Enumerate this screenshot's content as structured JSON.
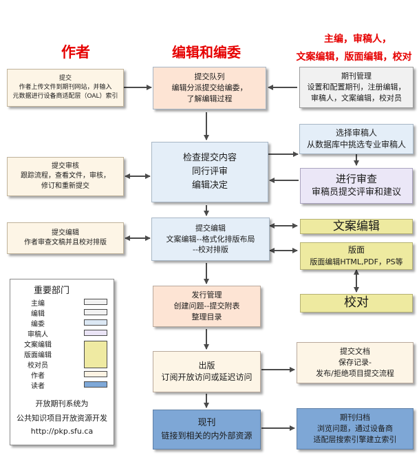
{
  "headings": {
    "author": "作者",
    "editorial": "编辑和编委",
    "roles_line1": "主编，审稿人，",
    "roles_line2": "文案编辑，版面编辑，校对"
  },
  "left": {
    "submit": {
      "title": "提交",
      "line1": "作者上传文件到期刊网站，并输入",
      "line2": "元数据进行设备商适配层（OAL）索引"
    },
    "review": {
      "title": "提交审核",
      "line1": "跟踪流程，查看文件，审核，",
      "line2": "修订和重新提交"
    },
    "copyedit": {
      "title": "提交编辑",
      "line1": "作者审查文稿并且校对排版"
    }
  },
  "center": {
    "queue": {
      "title": "提交队列",
      "line1": "编辑分派提交给编委，",
      "line2": "了解编辑过程"
    },
    "check": {
      "line1": "检查提交内容",
      "line2": "同行评审",
      "line3": "编辑决定"
    },
    "edit": {
      "title": "提交编辑",
      "line1": "文案编辑--格式化排版布局",
      "line2": "--校对排版"
    },
    "issue": {
      "title": "发行管理",
      "line1": "创建问题--提交附表",
      "line2": "整理目录"
    },
    "publish": {
      "title": "出版",
      "line1": "订阅开放访问或延迟访问"
    },
    "current": {
      "title": "现刊",
      "line1": "链接到相关的内外部资源"
    }
  },
  "right": {
    "manage": {
      "title": "期刊管理",
      "line1": "设置和配置期刊，注册编辑，",
      "line2": "审稿人，文案编辑，校对员"
    },
    "select": {
      "title": "选择审稿人",
      "line1": "从数据库中挑选专业审稿人"
    },
    "conduct": {
      "title": "进行审查",
      "line1": "审稿员提交评审和建议"
    },
    "copyedit": {
      "title": "文案编辑"
    },
    "layout": {
      "title": "版面",
      "line1": "版面编辑HTML,PDF，PS等"
    },
    "proof": {
      "title": "校对"
    },
    "archive_doc": {
      "title": "提交文档",
      "line1": "保存记录-",
      "line2": "发布/拒绝项目提交流程"
    },
    "archive": {
      "title": "期刊归档",
      "line1": "浏览问题，通过设备商",
      "line2": "适配层搜索引擎建立索引"
    }
  },
  "legend": {
    "title": "重要部门",
    "items": [
      {
        "label": "主编",
        "color": "#f2f2f2"
      },
      {
        "label": "编辑",
        "color": "#f2f2f2"
      },
      {
        "label": "编委",
        "color": "#dce8f4"
      },
      {
        "label": "审稿人",
        "color": "#eae4f6"
      },
      {
        "label": "文案编辑",
        "color": "#efeaa2"
      },
      {
        "label": "版面编辑",
        "color": "#efeaa2"
      },
      {
        "label": "校对员",
        "color": "#efeaa2"
      },
      {
        "label": "作者",
        "color": "#fdf3e3"
      },
      {
        "label": "读者",
        "color": "#7ea8d8"
      }
    ],
    "footer_line1": "开放期刊系统为",
    "footer_line2": "公共知识项目开放资源开发",
    "footer_line3": "http://pkp.sfu.ca"
  },
  "colors": {
    "author": "#fdf5e6",
    "editor": "#e4eef8",
    "editorial_box": "#fde4d4",
    "reviewer": "#ebe7f7",
    "copy": "#eeeaa0",
    "reader": "#7ea7d6",
    "manager": "#f1f1f1",
    "arrow": "#4a4a4a",
    "heading": "#e60000"
  }
}
